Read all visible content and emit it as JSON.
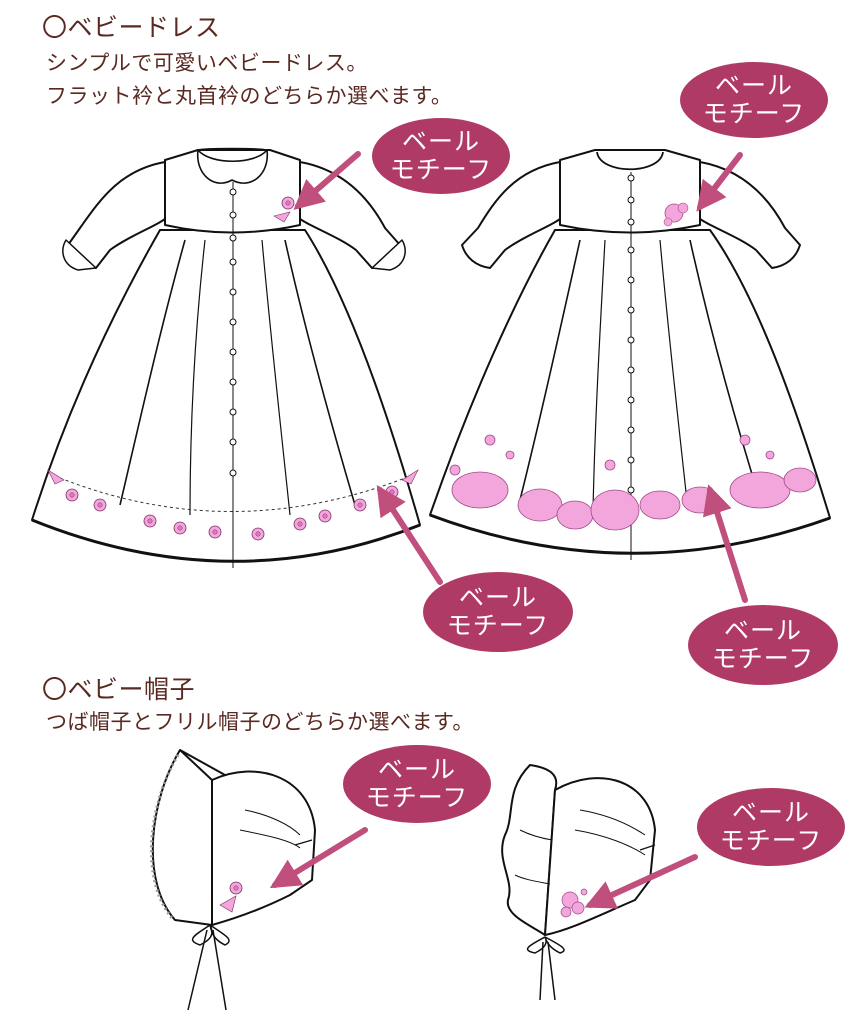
{
  "sections": {
    "dress": {
      "title": "〇ベビードレス",
      "description_line1": "シンプルで可愛いベビードレス。",
      "description_line2": "フラット衿と丸首衿のどちらか選べます。"
    },
    "hat": {
      "title": "〇ベビー帽子",
      "description_line1": "つば帽子とフリル帽子のどちらか選べます。"
    }
  },
  "callouts": [
    {
      "line1": "ベール",
      "line2": "モチーフ",
      "target": "flat-collar dress bodice motif"
    },
    {
      "line1": "ベール",
      "line2": "モチーフ",
      "target": "round-neck dress bodice motif"
    },
    {
      "line1": "ベール",
      "line2": "モチーフ",
      "target": "flat-collar dress hem garland"
    },
    {
      "line1": "ベール",
      "line2": "モチーフ",
      "target": "round-neck dress hem embroidery"
    },
    {
      "line1": "ベール",
      "line2": "モチーフ",
      "target": "brim bonnet motif"
    },
    {
      "line1": "ベール",
      "line2": "モチーフ",
      "target": "frill bonnet motif"
    }
  ],
  "colors": {
    "heading_text": "#5a2a22",
    "callout_fill": "#b03a66",
    "callout_text": "#ffffff",
    "arrow": "#c04f7e",
    "embroidery_pink": "#f3a6dc",
    "line_art": "#111111"
  }
}
